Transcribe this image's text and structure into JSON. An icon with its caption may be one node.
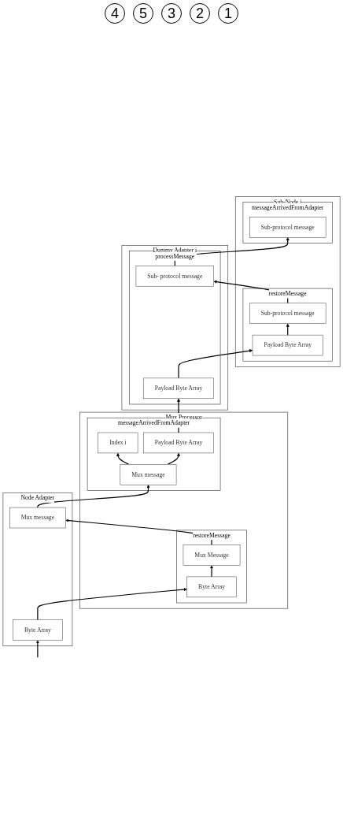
{
  "diagram": {
    "nodes": [
      {
        "text": [
          "Sub-Node i"
        ]
      },
      {
        "text": [
          "messageArrivedFromAdapter"
        ],
        "in": 0
      },
      {
        "text": [
          "Sub-protocol message"
        ],
        "in": 1
      },
      {
        "text": [
          "restoreMessage"
        ],
        "in": 0
      },
      {
        "text": [
          "Sub-protocol message"
        ],
        "in": 3
      },
      {
        "text": [
          "Payload Byte Array"
        ],
        "in": 3
      },
      {
        "text": [
          "Dummy Adapter i"
        ]
      },
      {
        "text": [
          "processMessage"
        ],
        "in": 6
      },
      {
        "text": [
          "Payload Byte Array"
        ],
        "in": 7
      },
      {
        "text": [
          "Sub- protocol message"
        ],
        "in": 7
      },
      {
        "text": [
          "Mux Processor"
        ]
      },
      {
        "text": [
          "messageArrivedFromAdapter"
        ],
        "in": 10
      },
      {
        "text": [
          "Index i"
        ],
        "in": 11
      },
      {
        "text": [
          "Payload Byte Array"
        ],
        "in": 11
      },
      {
        "text": [
          "Mux message"
        ],
        "in": 11
      },
      {
        "text": [
          "restoreMessage"
        ],
        "in": 10
      },
      {
        "text": [
          "Mux Message"
        ],
        "in": 15
      },
      {
        "text": [
          "Byte Array"
        ],
        "in": 15
      },
      {
        "text": [
          "Node Adapter"
        ]
      },
      {
        "text": [
          "Byte Array"
        ],
        "in": 18
      },
      {
        "text": [
          "Mux message"
        ],
        "in": 18
      }
    ],
    "edges": [
      {
        "from": null,
        "to": 19,
        "arrow": "to"
      },
      {
        "from": 19,
        "to": 17,
        "arrow": "to"
      },
      {
        "from": 17,
        "to": 16,
        "arrow": "to"
      },
      {
        "from": 16,
        "to": 20,
        "arrow": "to"
      },
      {
        "from": 20,
        "to": 14,
        "arrow": "to"
      },
      {
        "from": 14,
        "to": 12,
        "arrow": "to"
      },
      {
        "from": 14,
        "to": 13,
        "arrow": "to"
      },
      {
        "from": 13,
        "to": 8,
        "arrow": "to"
      },
      {
        "from": 8,
        "to": 5,
        "arrow": "to"
      },
      {
        "from": 5,
        "to": 4,
        "arrow": "to"
      },
      {
        "from": 4,
        "to": 9,
        "arrow": "to"
      },
      {
        "from": 9,
        "to": 2,
        "arrow": "to"
      }
    ],
    "labels": [
      "4",
      "5",
      "3",
      "2",
      "1"
    ]
  }
}
